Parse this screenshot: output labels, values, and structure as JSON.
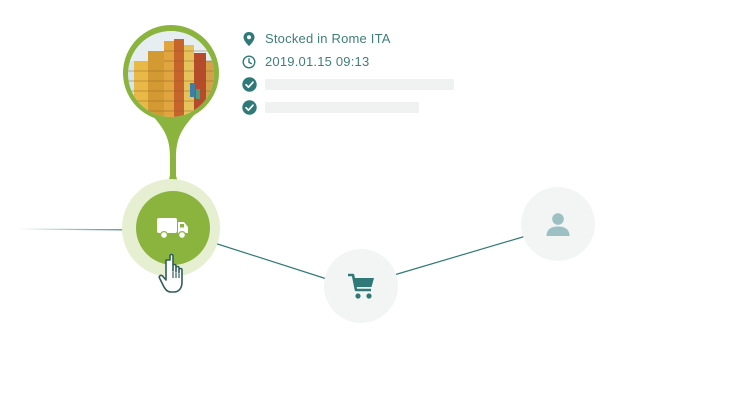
{
  "location": {
    "icon": "map-pin-icon",
    "text": "Stocked in Rome ITA"
  },
  "timestamp": {
    "icon": "clock-icon",
    "text": "2019.01.15 09:13"
  },
  "checks": [
    {
      "icon": "check-circle-icon"
    },
    {
      "icon": "check-circle-icon"
    }
  ],
  "nodes": [
    {
      "name": "truck",
      "icon": "truck-icon",
      "state": "active"
    },
    {
      "name": "cart",
      "icon": "shopping-cart-icon",
      "state": "inactive"
    },
    {
      "name": "user",
      "icon": "user-icon",
      "state": "inactive"
    }
  ],
  "photo": {
    "subject": "shipping-containers-photo"
  },
  "colors": {
    "accent_green": "#8ab43e",
    "halo_green": "#e6efd1",
    "teal": "#2f7a78",
    "text_teal": "#3f7f7a",
    "node_grey": "#f3f4f4",
    "user_icon": "#9cc0c3",
    "skeleton": "#f0f1f1"
  }
}
